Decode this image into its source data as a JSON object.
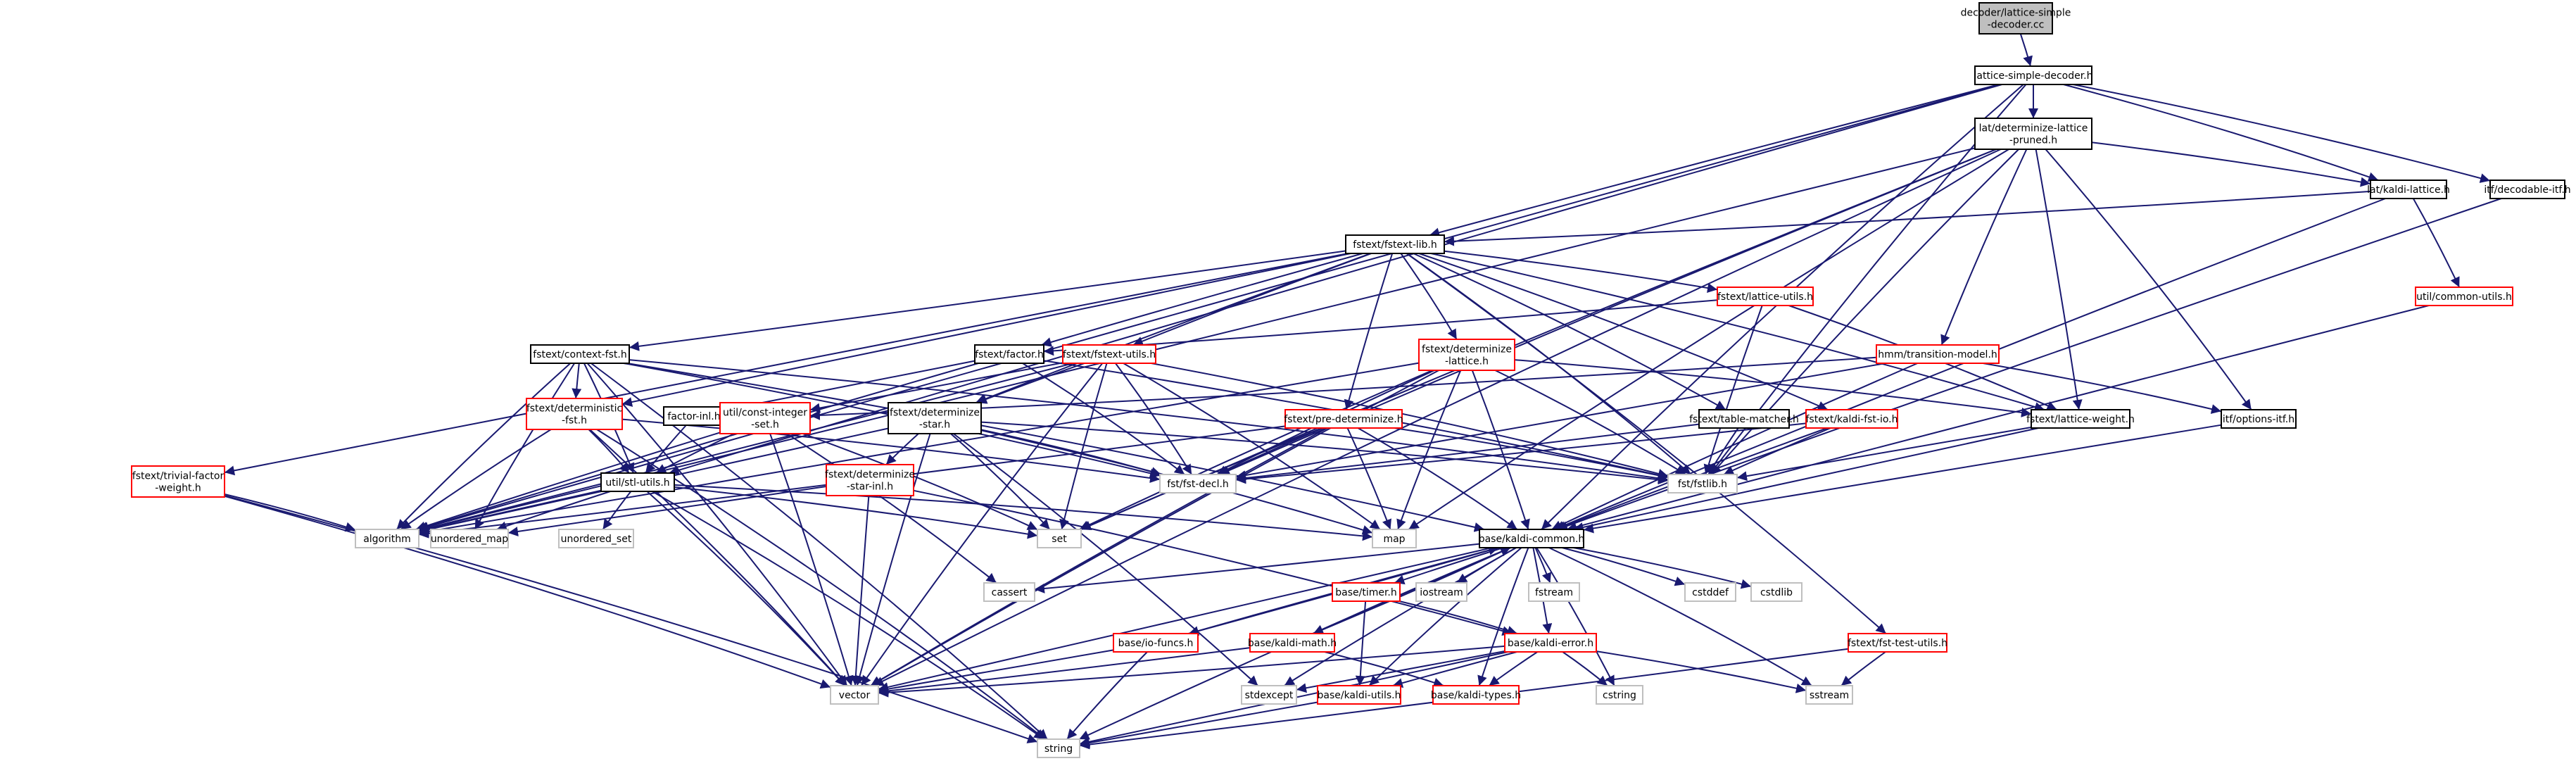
{
  "colors": {
    "edge": "#191970",
    "root_fill": "#bfbfbf",
    "border_black": "#000000",
    "border_red": "#ff0000",
    "border_grey": "#bfbfbf",
    "fill_white": "#ffffff"
  },
  "nodes": [
    {
      "id": "root",
      "lines": [
        "decoder/lattice-simple",
        "-decoder.cc"
      ],
      "style": "root"
    },
    {
      "id": "lsd",
      "lines": [
        "lattice-simple-decoder.h"
      ],
      "style": "black"
    },
    {
      "id": "ldlp",
      "lines": [
        "lat/determinize-lattice",
        "-pruned.h"
      ],
      "style": "black"
    },
    {
      "id": "kldl",
      "lines": [
        "lat/kaldi-lattice.h"
      ],
      "style": "black"
    },
    {
      "id": "ditf",
      "lines": [
        "itf/decodable-itf.h"
      ],
      "style": "black"
    },
    {
      "id": "flib",
      "lines": [
        "fstext/fstext-lib.h"
      ],
      "style": "black"
    },
    {
      "id": "cutils",
      "lines": [
        "util/common-utils.h"
      ],
      "style": "red"
    },
    {
      "id": "latu",
      "lines": [
        "fstext/lattice-utils.h"
      ],
      "style": "red"
    },
    {
      "id": "hmm",
      "lines": [
        "hmm/transition-model.h"
      ],
      "style": "red"
    },
    {
      "id": "ctx",
      "lines": [
        "fstext/context-fst.h"
      ],
      "style": "black"
    },
    {
      "id": "fac",
      "lines": [
        "fstext/factor.h"
      ],
      "style": "black"
    },
    {
      "id": "fu",
      "lines": [
        "fstext/fstext-utils.h"
      ],
      "style": "red"
    },
    {
      "id": "dl",
      "lines": [
        "fstext/determinize",
        "-lattice.h"
      ],
      "style": "red"
    },
    {
      "id": "opt",
      "lines": [
        "itf/options-itf.h"
      ],
      "style": "black"
    },
    {
      "id": "dfst",
      "lines": [
        "fstext/deterministic",
        "-fst.h"
      ],
      "style": "red"
    },
    {
      "id": "finl",
      "lines": [
        "factor-inl.h"
      ],
      "style": "black"
    },
    {
      "id": "cis",
      "lines": [
        "util/const-integer",
        "-set.h"
      ],
      "style": "red"
    },
    {
      "id": "dstar",
      "lines": [
        "fstext/determinize",
        "-star.h"
      ],
      "style": "black"
    },
    {
      "id": "predet",
      "lines": [
        "fstext/pre-determinize.h"
      ],
      "style": "red"
    },
    {
      "id": "tm",
      "lines": [
        "fstext/table-matcher.h"
      ],
      "style": "black"
    },
    {
      "id": "kfio",
      "lines": [
        "fstext/kaldi-fst-io.h"
      ],
      "style": "red"
    },
    {
      "id": "lw",
      "lines": [
        "fstext/lattice-weight.h"
      ],
      "style": "black"
    },
    {
      "id": "tfw",
      "lines": [
        "fstext/trivial-factor",
        "-weight.h"
      ],
      "style": "red"
    },
    {
      "id": "stl",
      "lines": [
        "util/stl-utils.h"
      ],
      "style": "black"
    },
    {
      "id": "dsi",
      "lines": [
        "fstext/determinize",
        "-star-inl.h"
      ],
      "style": "red"
    },
    {
      "id": "fstdecl",
      "lines": [
        "fst/fst-decl.h"
      ],
      "style": "grey"
    },
    {
      "id": "fstlib",
      "lines": [
        "fst/fstlib.h"
      ],
      "style": "grey"
    },
    {
      "id": "algo",
      "lines": [
        "algorithm"
      ],
      "style": "grey"
    },
    {
      "id": "umap",
      "lines": [
        "unordered_map"
      ],
      "style": "grey"
    },
    {
      "id": "uset",
      "lines": [
        "unordered_set"
      ],
      "style": "grey"
    },
    {
      "id": "set",
      "lines": [
        "set"
      ],
      "style": "grey"
    },
    {
      "id": "map",
      "lines": [
        "map"
      ],
      "style": "grey"
    },
    {
      "id": "kc",
      "lines": [
        "base/kaldi-common.h"
      ],
      "style": "black"
    },
    {
      "id": "cassert",
      "lines": [
        "cassert"
      ],
      "style": "grey"
    },
    {
      "id": "timer",
      "lines": [
        "base/timer.h"
      ],
      "style": "red"
    },
    {
      "id": "iostream",
      "lines": [
        "iostream"
      ],
      "style": "grey"
    },
    {
      "id": "fstream",
      "lines": [
        "fstream"
      ],
      "style": "grey"
    },
    {
      "id": "cstddef",
      "lines": [
        "cstddef"
      ],
      "style": "grey"
    },
    {
      "id": "cstdlib",
      "lines": [
        "cstdlib"
      ],
      "style": "grey"
    },
    {
      "id": "iof",
      "lines": [
        "base/io-funcs.h"
      ],
      "style": "red"
    },
    {
      "id": "km",
      "lines": [
        "base/kaldi-math.h"
      ],
      "style": "red"
    },
    {
      "id": "ke",
      "lines": [
        "base/kaldi-error.h"
      ],
      "style": "red"
    },
    {
      "id": "ftu",
      "lines": [
        "fstext/fst-test-utils.h"
      ],
      "style": "red"
    },
    {
      "id": "vector",
      "lines": [
        "vector"
      ],
      "style": "grey"
    },
    {
      "id": "stdexcept",
      "lines": [
        "stdexcept"
      ],
      "style": "grey"
    },
    {
      "id": "ku",
      "lines": [
        "base/kaldi-utils.h"
      ],
      "style": "red"
    },
    {
      "id": "kt",
      "lines": [
        "base/kaldi-types.h"
      ],
      "style": "red"
    },
    {
      "id": "cstring",
      "lines": [
        "cstring"
      ],
      "style": "grey"
    },
    {
      "id": "sstream",
      "lines": [
        "sstream"
      ],
      "style": "grey"
    },
    {
      "id": "string",
      "lines": [
        "string"
      ],
      "style": "grey"
    }
  ],
  "edges": [
    [
      "root",
      "lsd"
    ],
    [
      "lsd",
      "ldlp"
    ],
    [
      "lsd",
      "kldl"
    ],
    [
      "lsd",
      "ditf"
    ],
    [
      "lsd",
      "flib"
    ],
    [
      "lsd",
      "stl"
    ],
    [
      "lsd",
      "algo"
    ],
    [
      "lsd",
      "fstlib"
    ],
    [
      "lsd",
      "kc"
    ],
    [
      "ldlp",
      "kldl"
    ],
    [
      "ldlp",
      "hmm"
    ],
    [
      "ldlp",
      "lw"
    ],
    [
      "ldlp",
      "opt"
    ],
    [
      "ldlp",
      "fstlib"
    ],
    [
      "ldlp",
      "algo"
    ],
    [
      "ldlp",
      "vector"
    ],
    [
      "ldlp",
      "set"
    ],
    [
      "ldlp",
      "map"
    ],
    [
      "ldlp",
      "fstdecl"
    ],
    [
      "kldl",
      "flib"
    ],
    [
      "kldl",
      "cutils"
    ],
    [
      "kldl",
      "kc"
    ],
    [
      "ditf",
      "kc"
    ],
    [
      "cutils",
      "kc"
    ],
    [
      "flib",
      "ctx"
    ],
    [
      "flib",
      "fac"
    ],
    [
      "flib",
      "fu"
    ],
    [
      "flib",
      "dl"
    ],
    [
      "flib",
      "predet"
    ],
    [
      "flib",
      "tm"
    ],
    [
      "flib",
      "kfio"
    ],
    [
      "flib",
      "lw"
    ],
    [
      "flib",
      "latu"
    ],
    [
      "flib",
      "ftu"
    ],
    [
      "flib",
      "dfst"
    ],
    [
      "flib",
      "tfw"
    ],
    [
      "flib",
      "fstlib"
    ],
    [
      "flib",
      "dstar"
    ],
    [
      "latu",
      "fac"
    ],
    [
      "latu",
      "lw"
    ],
    [
      "latu",
      "fstlib"
    ],
    [
      "hmm",
      "opt"
    ],
    [
      "hmm",
      "kc"
    ],
    [
      "hmm",
      "fstdecl"
    ],
    [
      "hmm",
      "cis"
    ],
    [
      "ctx",
      "dfst"
    ],
    [
      "ctx",
      "algo"
    ],
    [
      "ctx",
      "string"
    ],
    [
      "ctx",
      "vector"
    ],
    [
      "ctx",
      "umap"
    ],
    [
      "ctx",
      "stl"
    ],
    [
      "ctx",
      "fstlib"
    ],
    [
      "ctx",
      "fstdecl"
    ],
    [
      "ctx",
      "kc"
    ],
    [
      "fac",
      "finl"
    ],
    [
      "fac",
      "fstlib"
    ],
    [
      "fac",
      "fstdecl"
    ],
    [
      "fac",
      "algo"
    ],
    [
      "fu",
      "dstar"
    ],
    [
      "fu",
      "cis"
    ],
    [
      "fu",
      "algo"
    ],
    [
      "fu",
      "map"
    ],
    [
      "fu",
      "set"
    ],
    [
      "fu",
      "vector"
    ],
    [
      "fu",
      "fstlib"
    ],
    [
      "fu",
      "fstdecl"
    ],
    [
      "dl",
      "lw"
    ],
    [
      "dl",
      "fstlib"
    ],
    [
      "dl",
      "fstdecl"
    ],
    [
      "dl",
      "map"
    ],
    [
      "dl",
      "set"
    ],
    [
      "dl",
      "vector"
    ],
    [
      "dl",
      "algo"
    ],
    [
      "dl",
      "kc"
    ],
    [
      "opt",
      "kc"
    ],
    [
      "dfst",
      "stl"
    ],
    [
      "dfst",
      "algo"
    ],
    [
      "dfst",
      "vector"
    ],
    [
      "dfst",
      "string"
    ],
    [
      "dfst",
      "fstdecl"
    ],
    [
      "finl",
      "stl"
    ],
    [
      "cis",
      "stl"
    ],
    [
      "cis",
      "vector"
    ],
    [
      "cis",
      "set"
    ],
    [
      "cis",
      "algo"
    ],
    [
      "cis",
      "cassert"
    ],
    [
      "dstar",
      "dsi"
    ],
    [
      "dstar",
      "fstlib"
    ],
    [
      "dstar",
      "fstdecl"
    ],
    [
      "dstar",
      "algo"
    ],
    [
      "dstar",
      "map"
    ],
    [
      "dstar",
      "set"
    ],
    [
      "dstar",
      "vector"
    ],
    [
      "dstar",
      "stdexcept"
    ],
    [
      "predet",
      "fstlib"
    ],
    [
      "predet",
      "fstdecl"
    ],
    [
      "predet",
      "kc"
    ],
    [
      "predet",
      "algo"
    ],
    [
      "predet",
      "map"
    ],
    [
      "predet",
      "set"
    ],
    [
      "predet",
      "vector"
    ],
    [
      "tm",
      "fstlib"
    ],
    [
      "tm",
      "fstdecl"
    ],
    [
      "kfio",
      "fstlib"
    ],
    [
      "kfio",
      "fstdecl"
    ],
    [
      "kfio",
      "kc"
    ],
    [
      "lw",
      "fstlib"
    ],
    [
      "lw",
      "kc"
    ],
    [
      "tfw",
      "algo"
    ],
    [
      "tfw",
      "string"
    ],
    [
      "tfw",
      "vector"
    ],
    [
      "stl",
      "algo"
    ],
    [
      "stl",
      "map"
    ],
    [
      "stl",
      "set"
    ],
    [
      "stl",
      "string"
    ],
    [
      "stl",
      "umap"
    ],
    [
      "stl",
      "uset"
    ],
    [
      "stl",
      "vector"
    ],
    [
      "dsi",
      "umap"
    ],
    [
      "dsi",
      "vector"
    ],
    [
      "dsi",
      "ke"
    ],
    [
      "kc",
      "cassert"
    ],
    [
      "kc",
      "timer"
    ],
    [
      "kc",
      "iostream"
    ],
    [
      "kc",
      "fstream"
    ],
    [
      "kc",
      "cstddef"
    ],
    [
      "kc",
      "cstdlib"
    ],
    [
      "kc",
      "iof"
    ],
    [
      "kc",
      "km"
    ],
    [
      "kc",
      "ke"
    ],
    [
      "kc",
      "vector"
    ],
    [
      "kc",
      "string"
    ],
    [
      "kc",
      "stdexcept"
    ],
    [
      "kc",
      "kt"
    ],
    [
      "kc",
      "cstring"
    ],
    [
      "kc",
      "sstream"
    ],
    [
      "kc",
      "ku"
    ],
    [
      "timer",
      "ke"
    ],
    [
      "timer",
      "ku"
    ],
    [
      "iof",
      "vector"
    ],
    [
      "iof",
      "string"
    ],
    [
      "iof",
      "kc"
    ],
    [
      "km",
      "vector"
    ],
    [
      "km",
      "kt"
    ],
    [
      "km",
      "kc"
    ],
    [
      "ke",
      "vector"
    ],
    [
      "ke",
      "string"
    ],
    [
      "ke",
      "stdexcept"
    ],
    [
      "ke",
      "cstring"
    ],
    [
      "ke",
      "sstream"
    ],
    [
      "ke",
      "ku"
    ],
    [
      "ke",
      "kt"
    ],
    [
      "ftu",
      "sstream"
    ],
    [
      "ftu",
      "string"
    ],
    [
      "ku",
      "string"
    ]
  ]
}
